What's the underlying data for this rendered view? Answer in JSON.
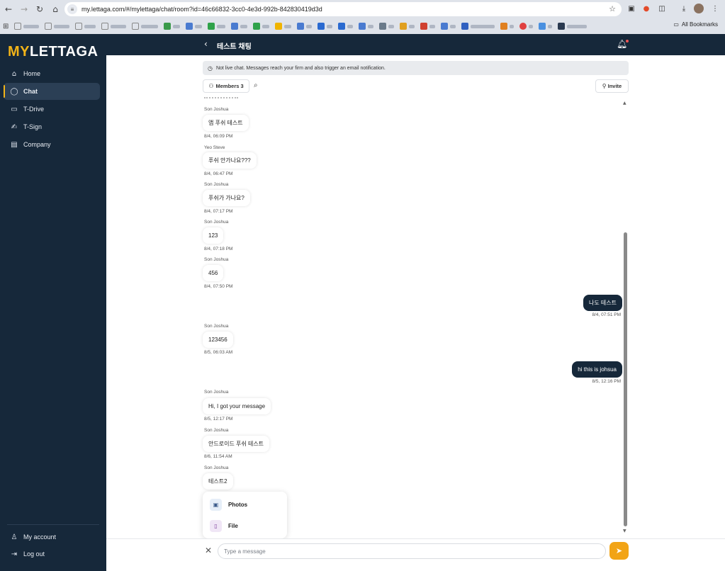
{
  "browser": {
    "url": "my.lettaga.com/#/mylettaga/chat/room?id=46c66832-3cc0-4e3d-992b-842830419d3d",
    "all_bookmarks": "All Bookmarks"
  },
  "brand": {
    "logo_my": "MY",
    "logo_rest": "LETTAGA",
    "accent": "#f2b418",
    "navy": "#16283a"
  },
  "sidebar": {
    "items": [
      {
        "label": "Home",
        "icon": "home-icon"
      },
      {
        "label": "Chat",
        "icon": "chat-icon",
        "active": true
      },
      {
        "label": "T-Drive",
        "icon": "folder-icon"
      },
      {
        "label": "T-Sign",
        "icon": "signature-icon"
      },
      {
        "label": "Company",
        "icon": "building-icon"
      }
    ],
    "bottom": [
      {
        "label": "My account",
        "icon": "user-icon"
      },
      {
        "label": "Log out",
        "icon": "logout-icon"
      }
    ]
  },
  "header": {
    "title": "테스트 채팅"
  },
  "notice": "Not live chat. Messages reach your firm and also trigger an email notification.",
  "toolbar": {
    "members_label": "Members 3",
    "invite_label": "Invite"
  },
  "messages": [
    {
      "sender": "Son Joshua",
      "text": "앱 푸쉬 테스트",
      "time": "8/4, 06:09 PM"
    },
    {
      "sender": "Yeo Steve",
      "text": "푸쉬 안가나요???",
      "time": "8/4, 06:47 PM"
    },
    {
      "sender": "Son Joshua",
      "text": "푸쉬가 가나요?",
      "time": "8/4, 07:17 PM"
    },
    {
      "sender": "Son Joshua",
      "text": "123",
      "time": "8/4, 07:18 PM"
    },
    {
      "sender": "Son Joshua",
      "text": "456",
      "time": "8/4, 07:50 PM"
    },
    {
      "mine": true,
      "text": "나도 테스트",
      "time": "8/4, 07:51 PM"
    },
    {
      "sender": "Son Joshua",
      "text": "123456",
      "time": "8/5, 06:03 AM"
    },
    {
      "mine": true,
      "text": "hi this is johsua",
      "time": "8/5, 12:16 PM"
    },
    {
      "sender": "Son Joshua",
      "text": "Hi, I got your message",
      "time": "8/5, 12:17 PM"
    },
    {
      "sender": "Son Joshua",
      "text": "안드로이드 푸쉬 테스트",
      "time": "8/6, 11:54 AM"
    },
    {
      "sender": "Son Joshua",
      "text": "테스트2",
      "time": ""
    }
  ],
  "attach_menu": {
    "photos_label": "Photos",
    "file_label": "File"
  },
  "composer": {
    "placeholder": "Type a message"
  }
}
